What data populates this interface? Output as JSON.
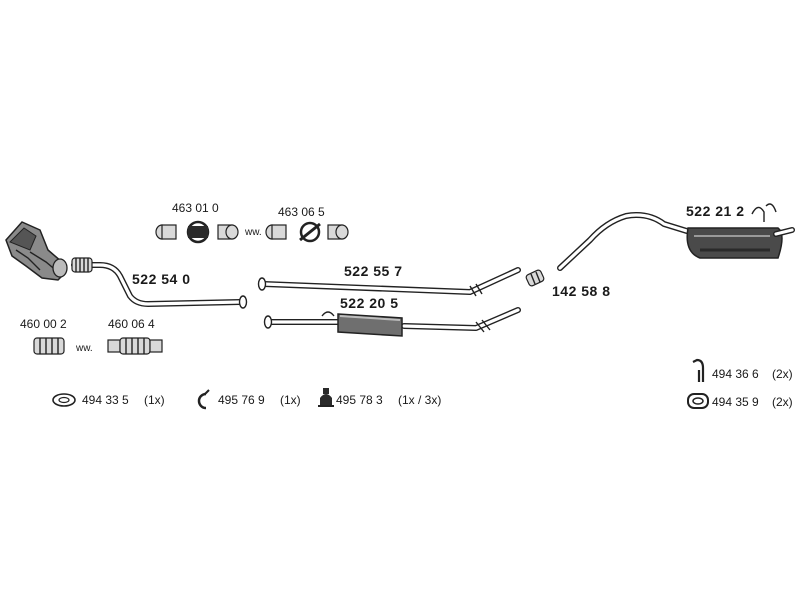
{
  "parts": {
    "p522_54_0": "522 54 0",
    "p522_55_7": "522 55 7",
    "p522_20_5": "522 20 5",
    "p142_58_8": "142 58 8",
    "p522_21_2": "522 21 2",
    "p463_01_0": "463 01 0",
    "p463_06_5": "463 06 5",
    "p460_00_2": "460 00 2",
    "p460_06_4": "460 06 4",
    "ww_1": "ww.",
    "ww_2": "ww."
  },
  "hardware": {
    "h494_33_5": "494 33 5",
    "h494_33_5_qty": "(1x)",
    "h495_76_9": "495 76 9",
    "h495_76_9_qty": "(1x)",
    "h495_78_3": "495 78 3",
    "h495_78_3_qty": "(1x / 3x)",
    "h494_36_6": "494 36 6",
    "h494_36_6_qty": "(2x)",
    "h494_35_9": "494 35 9",
    "h494_35_9_qty": "(2x)"
  },
  "colors": {
    "ink": "#1a1a1a",
    "background": "#ffffff"
  }
}
